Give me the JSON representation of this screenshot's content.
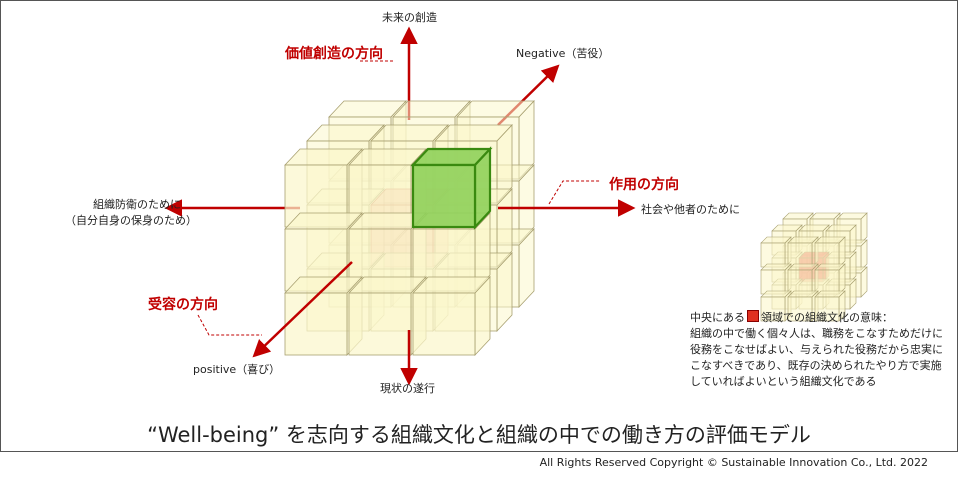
{
  "axes": {
    "top": "未来の創造",
    "bottom": "現状の遂行",
    "left_line1": "組織防衛のために",
    "left_line2": "（自分自身の保身のため）",
    "right": "社会や他者のために",
    "upper_right": "Negative（苦役）",
    "lower_left": "positive（喜び）"
  },
  "directions": {
    "value_creation": "価値創造の方向",
    "action": "作用の方向",
    "acceptance": "受容の方向"
  },
  "note": {
    "prefix": "中央にある",
    "suffix": "領域での組織文化の意味：",
    "body": "組織の中で働く個々人は、職務をこなすためだけに役務をこなせばよい、与えられた役務だから忠実にこなすべきであり、既存の決められたやり方で実施していればよいという組織文化である"
  },
  "title": "“Well-being” を志向する組織文化と組織の中での働き方の評価モデル",
  "copyright": "All Rights Reserved Copyright © Sustainable Innovation Co., Ltd.  2022",
  "colors": {
    "cube_face": "#fbf7cc",
    "cube_edge": "#a8a070",
    "highlight_fill": "#8fd05a",
    "highlight_edge": "#3a8a10",
    "arrow": "#c00000"
  }
}
